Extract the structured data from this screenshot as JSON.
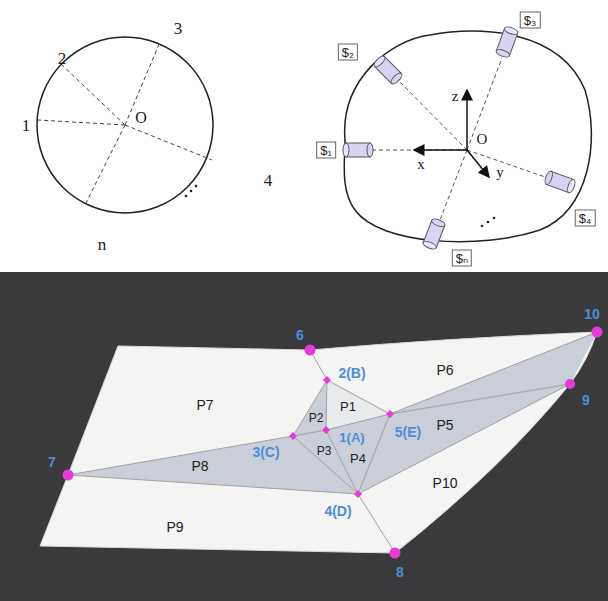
{
  "diagram": {
    "labels": [
      "3",
      "2",
      "1",
      "O",
      "4",
      "n",
      "$₂",
      "$₃",
      "z",
      "$₁",
      "x",
      "O",
      "y",
      "$₄",
      "$ₙ",
      "10",
      "6",
      "2(B)",
      "9",
      "P6",
      "P7",
      "P1",
      "5(E)",
      "P2",
      "3(C)",
      "1(A)",
      "P5",
      "P3",
      "P4",
      "7",
      "P8",
      "4(D)",
      "P10",
      "P9",
      "8"
    ]
  }
}
